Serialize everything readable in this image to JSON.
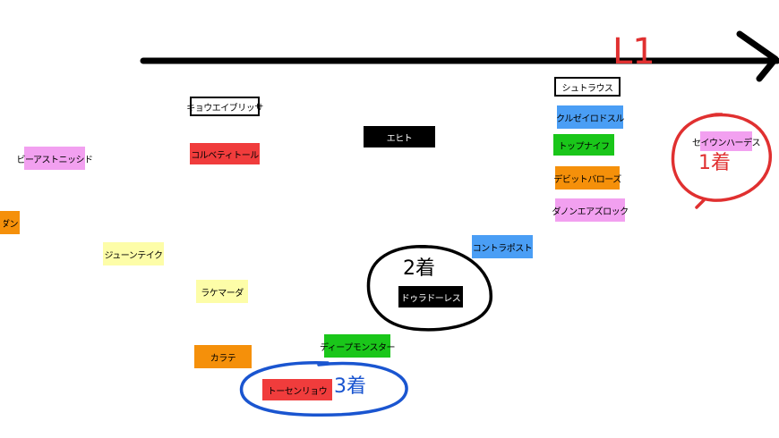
{
  "colors": {
    "pink": "#f2a0f0",
    "red": "#f03c3c",
    "black": "#000000",
    "blue": "#4a9ef5",
    "green": "#1ac61a",
    "orange": "#f5900a",
    "yellow": "#fdfda8",
    "white": "#ffffff",
    "circle_red": "#e03030",
    "circle_black": "#000000",
    "circle_blue": "#1a55d0"
  },
  "lap_label": "L1",
  "horses": [
    {
      "id": "h1",
      "name": "キョウエイブリッサ",
      "color": "white"
    },
    {
      "id": "h2",
      "name": "コルベティトール",
      "color": "red"
    },
    {
      "id": "h3",
      "name": "ビーアストニッシド",
      "color": "pink"
    },
    {
      "id": "h4",
      "name": "チダン",
      "color": "orange"
    },
    {
      "id": "h5",
      "name": "ジューンテイク",
      "color": "yellow"
    },
    {
      "id": "h6",
      "name": "ラケマーダ",
      "color": "yellow"
    },
    {
      "id": "h7",
      "name": "カラテ",
      "color": "orange"
    },
    {
      "id": "h8",
      "name": "エヒト",
      "color": "black"
    },
    {
      "id": "h9",
      "name": "ディープモンスター",
      "color": "green"
    },
    {
      "id": "h10",
      "name": "トーセンリョウ",
      "color": "red"
    },
    {
      "id": "h11",
      "name": "ドゥラドーレス",
      "color": "black"
    },
    {
      "id": "h12",
      "name": "コントラポスト",
      "color": "blue"
    },
    {
      "id": "h13",
      "name": "シュトラウス",
      "color": "white"
    },
    {
      "id": "h14",
      "name": "クルゼイロドスル",
      "color": "blue"
    },
    {
      "id": "h15",
      "name": "トップナイフ",
      "color": "green"
    },
    {
      "id": "h16",
      "name": "デビットバローズ",
      "color": "orange"
    },
    {
      "id": "h17",
      "name": "ダノンエアズロック",
      "color": "pink"
    },
    {
      "id": "h18",
      "name": "セイウンハーデス",
      "color": "pink"
    }
  ],
  "placings": [
    {
      "id": "p1",
      "label": "1着",
      "color": "circle_red"
    },
    {
      "id": "p2",
      "label": "2着",
      "color": "circle_black"
    },
    {
      "id": "p3",
      "label": "3着",
      "color": "circle_blue"
    }
  ]
}
